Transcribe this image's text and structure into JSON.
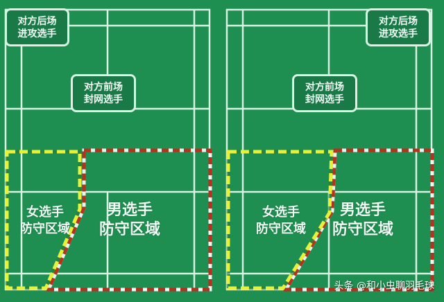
{
  "background_color": "#1e8f50",
  "line_color": "#d8f3e4",
  "colors": {
    "female_zone": "#e6f23a",
    "male_zone": "#b5321f"
  },
  "left_court": {
    "opponent_back_label": [
      "对方后场",
      "进攻选手"
    ],
    "opponent_front_label": [
      "对方前场",
      "封网选手"
    ],
    "female_zone_label": [
      "女选手",
      "防守区域"
    ],
    "male_zone_label": [
      "男选手",
      "防守区域"
    ]
  },
  "right_court": {
    "opponent_back_label": [
      "对方后场",
      "进攻选手"
    ],
    "opponent_front_label": [
      "对方前场",
      "封网选手"
    ],
    "female_zone_label": [
      "女选手",
      "防守区域"
    ],
    "male_zone_label": [
      "男选手",
      "防守区域"
    ]
  },
  "watermark": "头条 @和小虫聊羽毛球"
}
